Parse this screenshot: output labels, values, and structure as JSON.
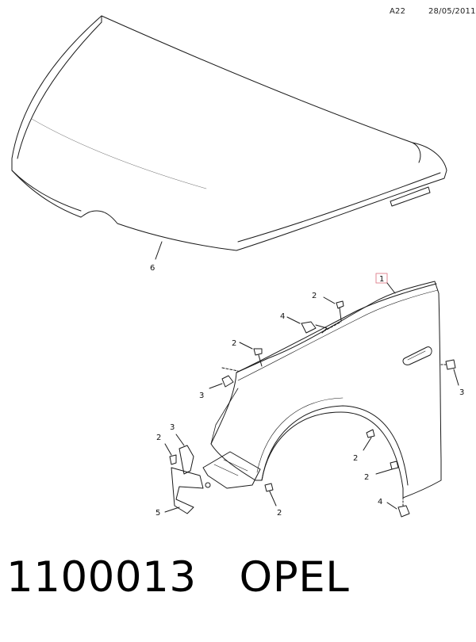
{
  "header": {
    "code": "A22",
    "date": "28/05/2011"
  },
  "callouts": {
    "hood": "6",
    "fender": "1",
    "bolt_top": "2",
    "clip_top": "4",
    "bolt_mid": "2",
    "retainer_left": "3",
    "retainer_right": "3",
    "bolt_wheel_upper": "2",
    "bolt_wheel_lower": "2",
    "clip_bottom": "4",
    "bracket_retainer": "3",
    "bracket_bolt": "2",
    "bracket": "5",
    "nut_bottom": "2"
  },
  "footer": {
    "part_number": "1100013",
    "make": "OPEL"
  },
  "colors": {
    "line": "#1a1a1a",
    "highlight_box": "#e08a94"
  }
}
